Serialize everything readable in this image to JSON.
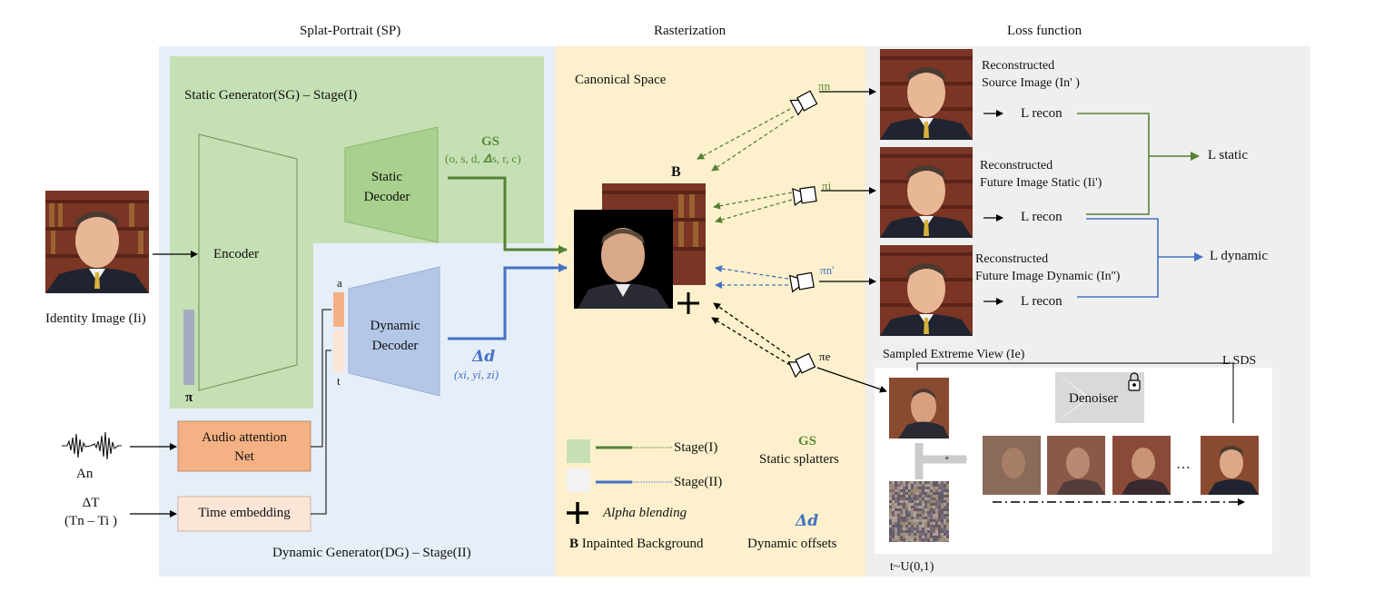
{
  "sections": {
    "sp_title": "Splat-Portrait (SP)",
    "raster_title": "Rasterization",
    "loss_title": "Loss function"
  },
  "sg_label": "Static Generator(SG) – Stage(I)",
  "dg_label": "Dynamic Generator(DG) – Stage(II)",
  "encoder": "Encoder",
  "pi_symbol": "π",
  "identity_label": "Identity Image (Ii)",
  "static_decoder": [
    "Static",
    "Decoder"
  ],
  "dynamic_decoder": [
    "Dynamic",
    "Decoder"
  ],
  "gs": {
    "title": "GS",
    "params": "(o, s, d, 𝜟s, r, c)"
  },
  "delta_d": {
    "title": "𝜟𝒅",
    "params": "(xi, yi, zi)"
  },
  "at_labels": {
    "a": "a",
    "t": "t"
  },
  "audio": {
    "line1": "Audio attention",
    "line2": "Net",
    "input": "An"
  },
  "time": {
    "label": "Time embedding",
    "input1": "ΔT",
    "input2": "(Tn – Ti )"
  },
  "canonical_space": "Canonical Space",
  "b_label": "B",
  "cams": {
    "n": "πn",
    "i": "πi",
    "n_prime": "πn'",
    "e": "πe"
  },
  "legend": {
    "stage1": "Stage(I)",
    "stage2": "Stage(II)",
    "alpha": "Alpha blending",
    "b_bold": "B",
    "inpainted": "Inpainted Background",
    "gs_title": "GS",
    "gs_desc": "Static splatters",
    "dd_title": "𝜟𝒅",
    "dd_desc": "Dynamic offsets"
  },
  "recon": [
    {
      "line1": "Reconstructed",
      "line2": "Source Image (In' )",
      "loss": "L recon"
    },
    {
      "line1": "Reconstructed",
      "line2": "Future Image Static (Ii')",
      "loss": "L recon"
    },
    {
      "line1": "Reconstructed",
      "line2": "Future Image Dynamic (In'')",
      "loss": "L recon"
    }
  ],
  "l_static": "L static",
  "l_dynamic": "L dynamic",
  "sds": {
    "sampled": "Sampled Extreme View (Ie)",
    "loss": "L SDS",
    "denoiser": "Denoiser",
    "plus": "+",
    "dots": "…",
    "t_dist": "t~U(0,1)"
  },
  "colors": {
    "sp_bg": "#e6eef8",
    "sg_bg": "#c5e0b4",
    "raster_bg": "#fdf0cc",
    "loss_bg": "#efefef",
    "stage1": "#548235",
    "stage2": "#4472c4",
    "audio": "#f4b183",
    "time": "#fbe5d6",
    "decoder_static": "#a9d08e",
    "decoder_dynamic": "#b4c7e7"
  }
}
